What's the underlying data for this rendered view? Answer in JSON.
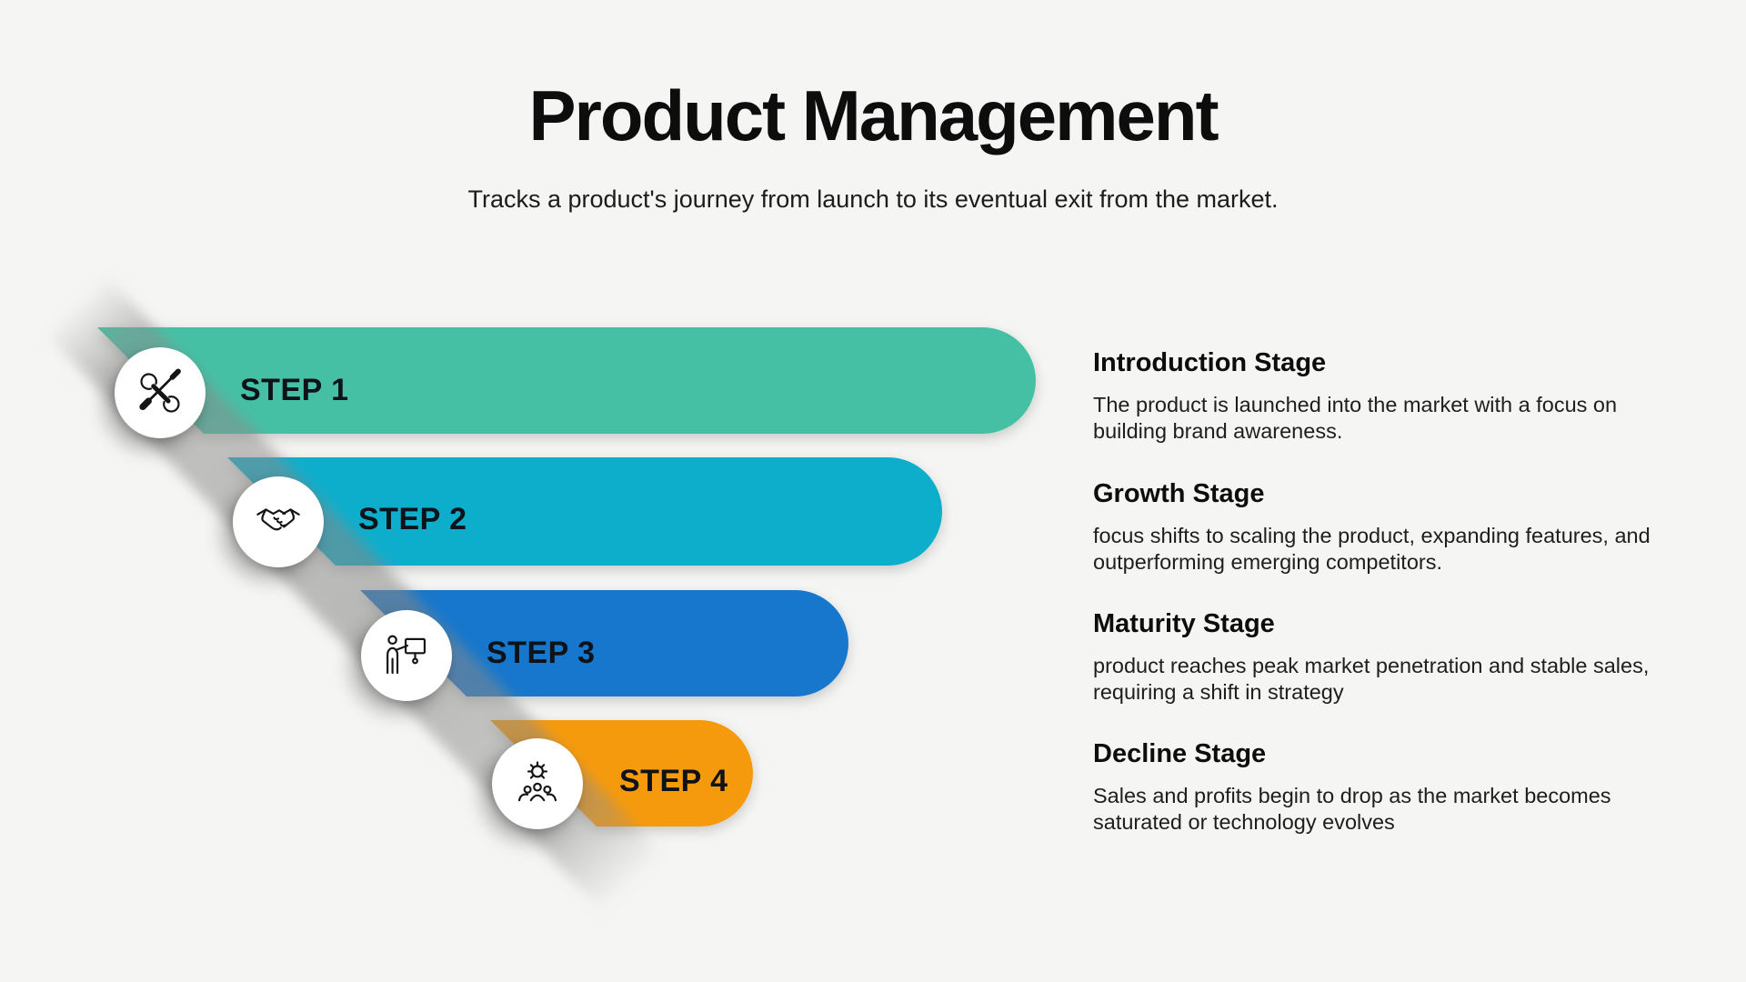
{
  "page": {
    "background": "#f5f5f3"
  },
  "header": {
    "title": "Product Management",
    "subtitle": "Tracks a product's journey from launch to its eventual exit from the market."
  },
  "funnel": {
    "steps": [
      {
        "label": "STEP 1",
        "color": "#45c0a5",
        "icon": "tools-icon"
      },
      {
        "label": "STEP 2",
        "color": "#0aaecc",
        "icon": "handshake-icon"
      },
      {
        "label": "STEP 3",
        "color": "#1777cc",
        "icon": "presentation-icon"
      },
      {
        "label": "STEP 4",
        "color": "#f69a0c",
        "icon": "team-gear-icon"
      }
    ]
  },
  "stages": [
    {
      "heading": "Introduction Stage",
      "description": "The product is launched into the market with a focus on\nbuilding brand awareness."
    },
    {
      "heading": "Growth Stage",
      "description": "focus shifts to scaling the product, expanding features, and\noutperforming emerging competitors."
    },
    {
      "heading": "Maturity Stage",
      "description": "product reaches peak market penetration and stable sales,\nrequiring a shift in strategy"
    },
    {
      "heading": "Decline Stage",
      "description": "Sales and profits begin to drop as the market becomes\nsaturated or technology evolves"
    }
  ]
}
